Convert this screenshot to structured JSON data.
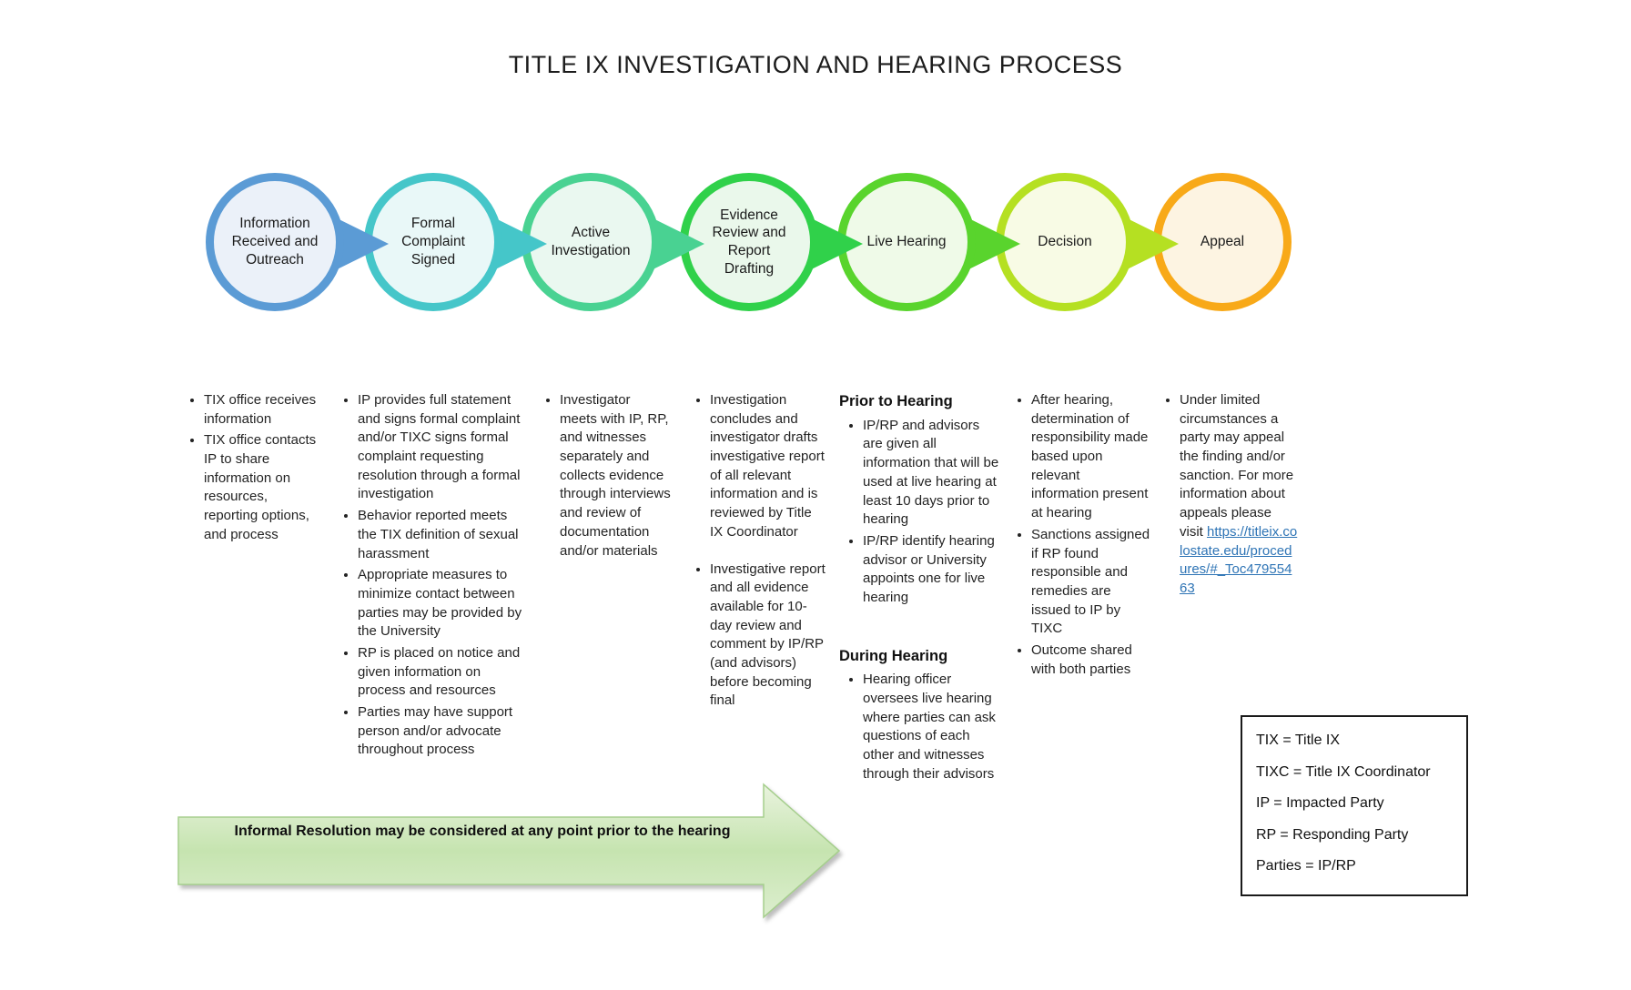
{
  "title": "TITLE IX INVESTIGATION AND HEARING PROCESS",
  "steps": [
    {
      "label": "Information Received and Outreach",
      "border": "#5B9BD5",
      "fill": "#EBF1F9"
    },
    {
      "label": "Formal Complaint Signed",
      "border": "#45C6C9",
      "fill": "#E9F8F8"
    },
    {
      "label": "Active Investigation",
      "border": "#49D292",
      "fill": "#EAF8F0"
    },
    {
      "label": "Evidence Review and Report Drafting",
      "border": "#30D14A",
      "fill": "#EAF8EB"
    },
    {
      "label": "Live Hearing",
      "border": "#59D42D",
      "fill": "#EFFAE8"
    },
    {
      "label": "Decision",
      "border": "#B5E022",
      "fill": "#F8FBE5"
    },
    {
      "label": "Appeal",
      "border": "#F8A918",
      "fill": "#FDF4E2"
    }
  ],
  "columns": {
    "info": {
      "bullets": [
        "TIX office receives information",
        "TIX office contacts IP to share information on resources, reporting options, and process"
      ]
    },
    "formal": {
      "bullets": [
        "IP provides full statement and signs formal complaint and/or TIXC signs formal complaint requesting resolution through a formal investigation",
        "Behavior reported meets the TIX definition of sexual harassment",
        "Appropriate measures to minimize contact between parties may be provided by the University",
        "RP is placed on notice and given information on process and resources",
        "Parties may have support person and/or advocate throughout process"
      ]
    },
    "active": {
      "bullets": [
        "Investigator meets with IP, RP, and witnesses separately and collects evidence through interviews and review of documentation and/or materials"
      ]
    },
    "evidence": {
      "bullets": [
        "Investigation concludes and investigator drafts investigative report of all relevant information and is reviewed by Title IX Coordinator",
        "Investigative report and all evidence available for 10-day review and comment by IP/RP (and advisors) before becoming final"
      ]
    },
    "hearing": {
      "sections": [
        {
          "header": "Prior to Hearing",
          "bullets": [
            "IP/RP and advisors are given all information that will be used at live hearing at least 10 days prior to hearing",
            "IP/RP identify hearing advisor or University appoints one for live hearing"
          ]
        },
        {
          "header": "During Hearing",
          "bullets": [
            "Hearing officer oversees live hearing where parties can ask questions of each other and witnesses through their advisors"
          ]
        }
      ]
    },
    "decision": {
      "bullets": [
        "After hearing, determination of responsibility made based upon relevant information present at hearing",
        "Sanctions assigned if RP found responsible and remedies are issued to IP by TIXC",
        "Outcome shared with both parties"
      ]
    },
    "appeal": {
      "text_before_link": "Under limited circumstances a party may appeal the finding and/or sanction. For more information about appeals please visit ",
      "link_text": "https://titleix.colostate.edu/procedures/#_Toc47955463"
    }
  },
  "informal_arrow_text": "Informal Resolution may be considered at any point prior to the hearing",
  "legend": {
    "lines": [
      "TIX = Title IX",
      "TIXC = Title IX Coordinator",
      "IP = Impacted Party",
      "RP = Responding Party",
      "Parties = IP/RP"
    ]
  },
  "colors": {
    "link": "#2E74B5",
    "arrow_fill_top": "#E9F3DE",
    "arrow_fill_mid": "#C6E4B0",
    "arrow_fill_bottom": "#DCEECE",
    "arrow_stroke": "#A6CF8D"
  }
}
